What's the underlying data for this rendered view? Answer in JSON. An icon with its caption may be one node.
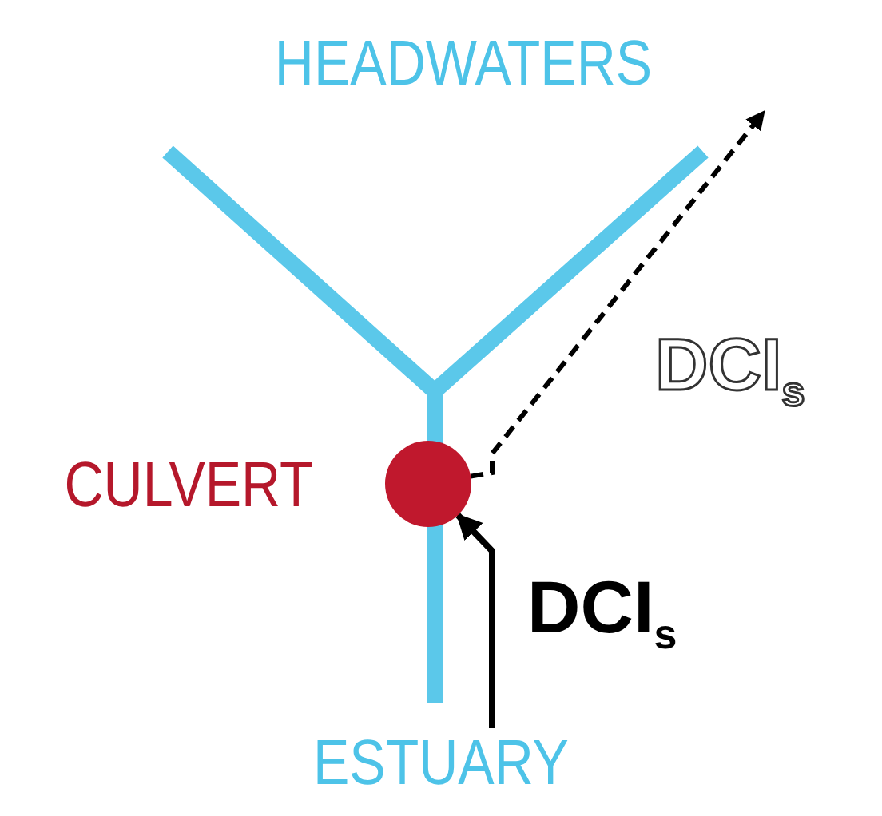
{
  "diagram": {
    "nodes": [
      {
        "text": [
          "HEADWATERS"
        ]
      },
      {
        "text": [],
        "shape": "circle",
        "beside": [
          "CULVERT"
        ]
      },
      {
        "text": [
          "ESTUARY"
        ]
      }
    ],
    "edges": [
      {
        "from": 2,
        "to": 1,
        "arrow": "to",
        "label": "DCI$_{s}$"
      },
      {
        "from": 1,
        "to": 0,
        "arrow": "to",
        "style": "dashed",
        "label": "DCI$_{s}$"
      }
    ]
  }
}
